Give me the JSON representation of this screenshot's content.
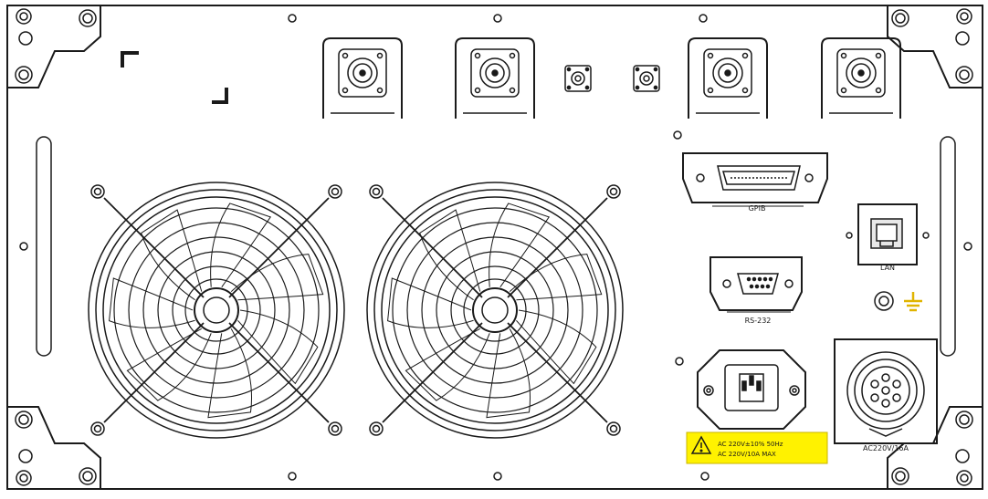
{
  "labels": {
    "gpib": "GPIB",
    "lan": "LAN",
    "rs232": "RS-232",
    "power_in": "AC220V/16A",
    "warning_line1": "AC 220V±10% 50Hz",
    "warning_line2": "AC 220V/10A MAX"
  },
  "colors": {
    "line": "#1a1a1a",
    "background": "#ffffff",
    "warning": "#fff200",
    "ground": "#e0b400"
  },
  "icons": {
    "warning": "warning-triangle-icon",
    "ground": "protective-earth-icon"
  }
}
